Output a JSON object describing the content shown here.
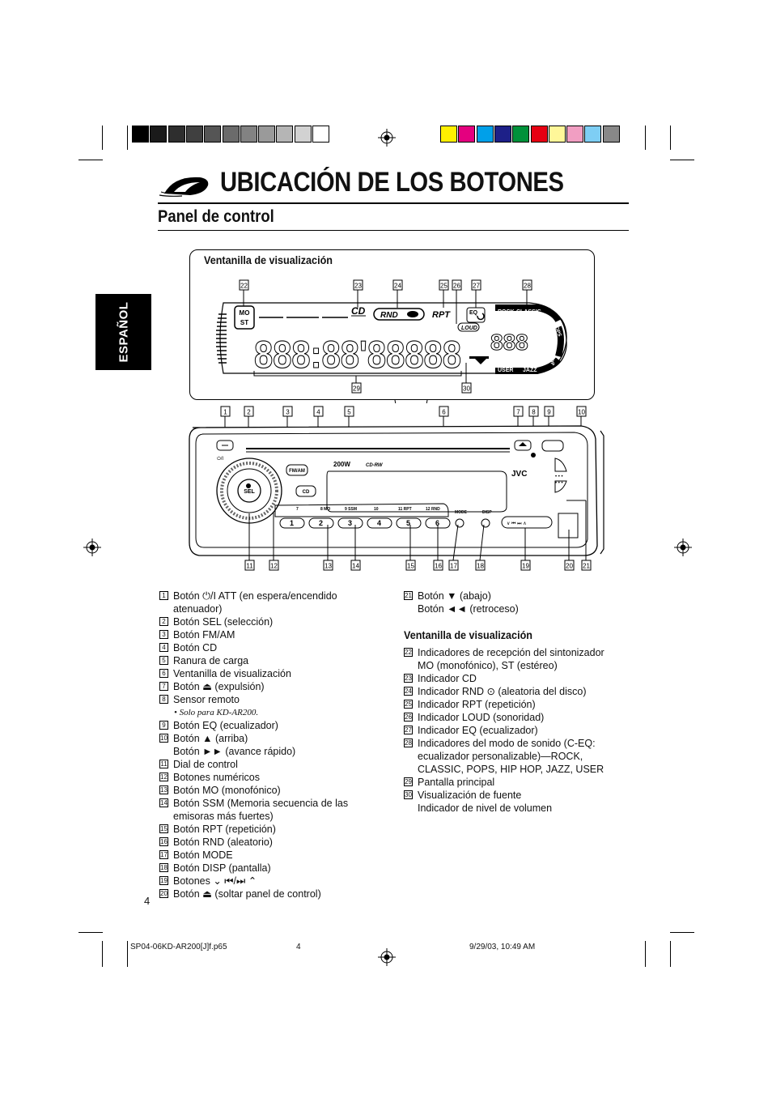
{
  "page": {
    "title": "UBICACIÓN DE LOS BOTONES",
    "subtitle": "Panel de control",
    "side_tab": "ESPAÑOL",
    "page_number": "4"
  },
  "color_bars": {
    "left": [
      "#000000",
      "#1a1a1a",
      "#2e2e2e",
      "#404040",
      "#555555",
      "#6b6b6b",
      "#828282",
      "#9a9a9a",
      "#b5b5b5",
      "#d2d2d2",
      "#ffffff"
    ],
    "right": [
      "#ffef00",
      "#e4007f",
      "#00a0e9",
      "#1d2088",
      "#00913a",
      "#e60012",
      "#fff799",
      "#f19ec2",
      "#7ecef4",
      "#888888"
    ]
  },
  "display_window": {
    "heading": "Ventanilla de visualización",
    "indicators": {
      "mo": "MO",
      "st": "ST",
      "cd": "CD",
      "rnd": "RND",
      "rpt": "RPT",
      "eq": "EQ",
      "loud": "LOUD",
      "rock": "ROCK",
      "classic": "CLASSIC",
      "pops": "POPS",
      "hiphop": "HIP HOP",
      "user": "USER",
      "jazz": "JAZZ",
      "main_digits": "888:88'88888",
      "source_digits": "888"
    },
    "callouts": [
      "22",
      "23",
      "24",
      "25",
      "26",
      "27",
      "28",
      "29",
      "30"
    ]
  },
  "panel": {
    "labels": {
      "fmam": "FM/AM",
      "cd": "CD",
      "sel": "SEL",
      "power": "200W",
      "cdrw": "CD-RW",
      "brand": "JVC",
      "mode": "MODE",
      "disp": "DISP",
      "p7": "7",
      "p8": "8 MO",
      "p9": "9 SSM",
      "p10": "10",
      "p11": "11 RPT",
      "p12": "12 RND",
      "b1": "1",
      "b2": "2",
      "b3": "3",
      "b4": "4",
      "b5": "5",
      "b6": "6"
    },
    "callouts_top": [
      "1",
      "2",
      "3",
      "4",
      "5",
      "6",
      "7",
      "8",
      "9",
      "10"
    ],
    "callouts_bottom": [
      "11",
      "12",
      "13",
      "14",
      "15",
      "16",
      "17",
      "18",
      "19",
      "20",
      "21"
    ]
  },
  "list_left": [
    {
      "n": "1",
      "text": "Botón ⏻/I ATT (en espera/encendido atenuador)"
    },
    {
      "n": "2",
      "text": "Botón SEL (selección)"
    },
    {
      "n": "3",
      "text": "Botón FM/AM"
    },
    {
      "n": "4",
      "text": "Botón CD"
    },
    {
      "n": "5",
      "text": "Ranura de carga"
    },
    {
      "n": "6",
      "text": "Ventanilla de visualización"
    },
    {
      "n": "7",
      "text": "Botón ⏏ (expulsión)"
    },
    {
      "n": "8",
      "text": "Sensor remoto"
    },
    {
      "n": "9",
      "text": "Botón EQ (ecualizador)"
    },
    {
      "n": "10",
      "text": "Botón ▲ (arriba)"
    },
    {
      "n": "11",
      "text": "Dial de control"
    },
    {
      "n": "12",
      "text": "Botones numéricos"
    },
    {
      "n": "13",
      "text": "Botón MO (monofónico)"
    },
    {
      "n": "14",
      "text": "Botón SSM (Memoria secuencia de las emisoras más fuertes)"
    },
    {
      "n": "15",
      "text": "Botón RPT (repetición)"
    },
    {
      "n": "16",
      "text": "Botón RND (aleatorio)"
    },
    {
      "n": "17",
      "text": "Botón MODE"
    },
    {
      "n": "18",
      "text": "Botón DISP (pantalla)"
    },
    {
      "n": "19",
      "text": "Botones ⌄ ⏮/⏭ ⌃"
    },
    {
      "n": "20",
      "text": "Botón ⏏ (soltar panel de control)"
    }
  ],
  "list_left_extra": {
    "remote_note": "• Solo para KD-AR200.",
    "ff": "Botón ►► (avance rápido)"
  },
  "list_right_top": {
    "n": "21",
    "line1": "Botón ▼ (abajo)",
    "line2": "Botón ◄◄ (retroceso)"
  },
  "list_right_heading": "Ventanilla de visualización",
  "list_right": [
    {
      "n": "22",
      "text": "Indicadores de recepción del sintonizador MO (monofónico), ST (estéreo)"
    },
    {
      "n": "23",
      "text": "Indicador CD"
    },
    {
      "n": "24",
      "text": "Indicador RND ⊙ (aleatoria del disco)"
    },
    {
      "n": "25",
      "text": "Indicador RPT (repetición)"
    },
    {
      "n": "26",
      "text": "Indicador LOUD (sonoridad)"
    },
    {
      "n": "27",
      "text": "Indicador EQ (ecualizador)"
    },
    {
      "n": "28",
      "text": "Indicadores del modo de sonido (C-EQ: ecualizador personalizable)—ROCK, CLASSIC, POPS, HIP HOP, JAZZ, USER"
    },
    {
      "n": "29",
      "text": "Pantalla principal"
    },
    {
      "n": "30",
      "text": "Visualización de fuente"
    }
  ],
  "list_right_extra": "Indicador de nivel de volumen",
  "footer": {
    "file": "SP04-06KD-AR200[J]f.p65",
    "page": "4",
    "date": "9/29/03, 10:49 AM"
  }
}
